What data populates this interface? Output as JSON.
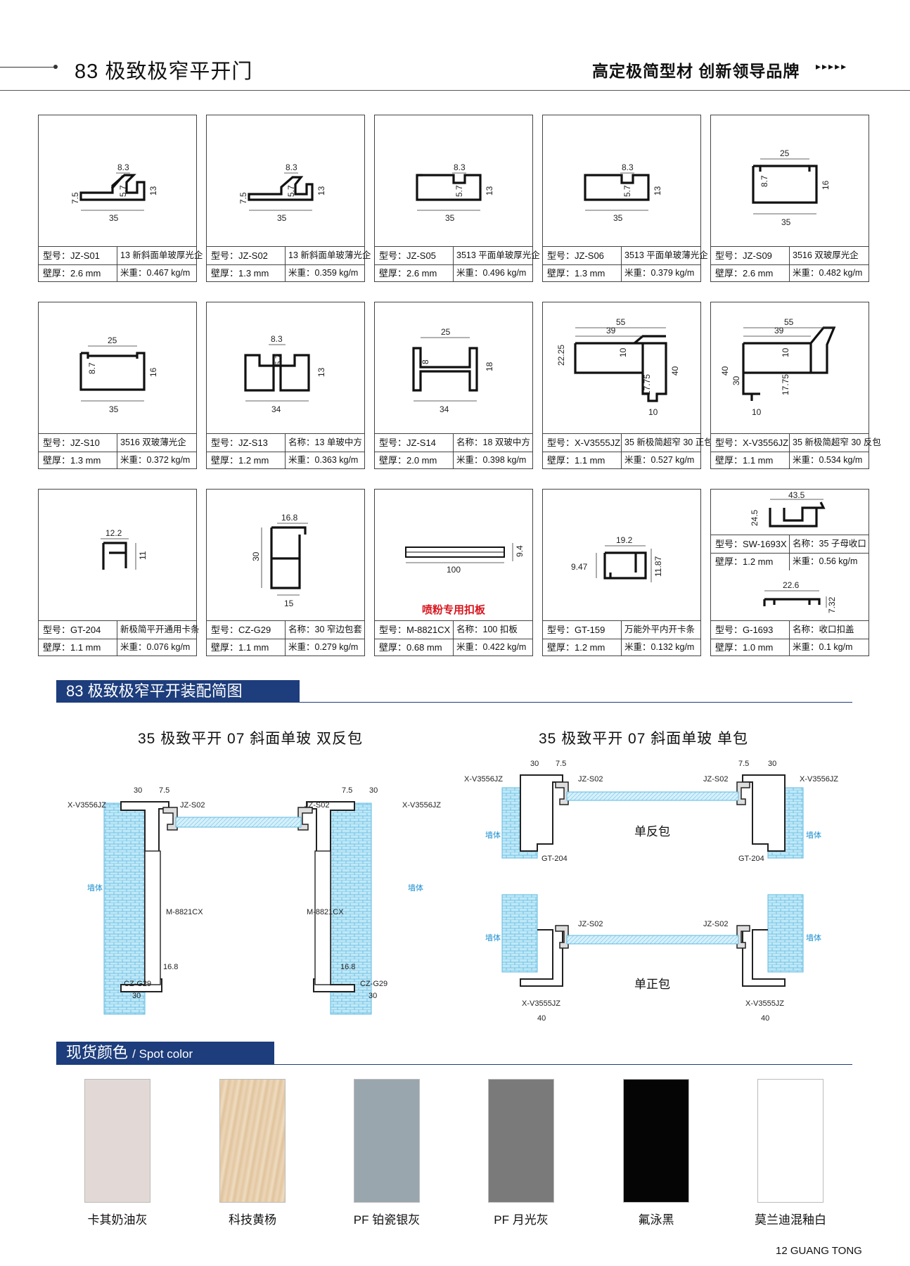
{
  "header": {
    "title": "83 极致极窄平开门",
    "slogan": "高定极简型材  创新领导品牌",
    "arrows": "▸▸▸▸▸"
  },
  "cards": [
    {
      "model": "型号：JZ-S01",
      "name": "13 新斜面单玻厚光企",
      "thickness": "壁厚：2.6 mm",
      "weight": "米重：0.467 kg/m"
    },
    {
      "model": "型号：JZ-S02",
      "name": "13 新斜面单玻薄光企",
      "thickness": "壁厚：1.3 mm",
      "weight": "米重：0.359 kg/m"
    },
    {
      "model": "型号：JZ-S05",
      "name": "3513 平面单玻厚光企",
      "thickness": "壁厚：2.6 mm",
      "weight": "米重：0.496 kg/m"
    },
    {
      "model": "型号：JZ-S06",
      "name": "3513 平面单玻薄光企",
      "thickness": "壁厚：1.3 mm",
      "weight": "米重：0.379 kg/m"
    },
    {
      "model": "型号：JZ-S09",
      "name": "3516 双玻厚光企",
      "thickness": "壁厚：2.6 mm",
      "weight": "米重：0.482 kg/m"
    },
    {
      "model": "型号：JZ-S10",
      "name": "3516 双玻薄光企",
      "thickness": "壁厚：1.3 mm",
      "weight": "米重：0.372 kg/m"
    },
    {
      "model": "型号：JZ-S13",
      "name": "名称：13 单玻中方",
      "thickness": "壁厚：1.2 mm",
      "weight": "米重：0.363 kg/m"
    },
    {
      "model": "型号：JZ-S14",
      "name": "名称：18 双玻中方",
      "thickness": "壁厚：2.0 mm",
      "weight": "米重：0.398 kg/m"
    },
    {
      "model": "型号：X-V3555JZ",
      "name": "35 新极简超窄 30 正包",
      "thickness": "壁厚：1.1 mm",
      "weight": "米重：0.527 kg/m"
    },
    {
      "model": "型号：X-V3556JZ",
      "name": "35 新极简超窄 30 反包",
      "thickness": "壁厚：1.1 mm",
      "weight": "米重：0.534 kg/m"
    },
    {
      "model": "型号：GT-204",
      "name": "新极简平开通用卡条",
      "thickness": "壁厚：1.1 mm",
      "weight": "米重：0.076 kg/m"
    },
    {
      "model": "型号：CZ-G29",
      "name": "名称：30 窄边包套",
      "thickness": "壁厚：1.1 mm",
      "weight": "米重：0.279 kg/m"
    },
    {
      "model": "型号：M-8821CX",
      "name": "名称：100 扣板",
      "thickness": "壁厚：0.68 mm",
      "weight": "米重：0.422 kg/m",
      "note": "喷粉专用扣板"
    },
    {
      "model": "型号：GT-159",
      "name": "万能外平内开卡条",
      "thickness": "壁厚：1.2 mm",
      "weight": "米重：0.132 kg/m"
    },
    {
      "model": "型号：G-1693",
      "name": "名称：收口扣盖",
      "thickness": "壁厚：1.0 mm",
      "weight": "米重：0.1 kg/m"
    }
  ],
  "card_extra": {
    "model": "型号：SW-1693X",
    "name": "名称：35 子母收口",
    "thickness": "壁厚：1.2 mm",
    "weight": "米重：0.56 kg/m"
  },
  "dims": {
    "s01": [
      "8.3",
      "5.7",
      "7.5",
      "13",
      "35"
    ],
    "s02": [
      "8.3",
      "5.7",
      "7.5",
      "13",
      "35"
    ],
    "s05": [
      "8.3",
      "5.7",
      "13",
      "35"
    ],
    "s06": [
      "8.3",
      "5.7",
      "13",
      "35"
    ],
    "s09": [
      "25",
      "8.7",
      "16",
      "35"
    ],
    "s10": [
      "25",
      "8.7",
      "16",
      "35"
    ],
    "s13": [
      "8.3",
      "5.7",
      "13",
      "34"
    ],
    "s14": [
      "25",
      "8",
      "18",
      "34"
    ],
    "v3555": [
      "55",
      "39",
      "22.25",
      "10",
      "40",
      "17.75",
      "10"
    ],
    "v3556": [
      "55",
      "39",
      "40",
      "30",
      "10",
      "17.75",
      "10"
    ],
    "gt204": [
      "12.2",
      "11"
    ],
    "czg29": [
      "16.8",
      "30",
      "15"
    ],
    "m8821": [
      "9.4",
      "100"
    ],
    "gt159": [
      "19.2",
      "9.47",
      "11.87"
    ],
    "sw1693": [
      "43.5",
      "24.5"
    ],
    "g1693": [
      "22.6",
      "7.32"
    ]
  },
  "assembly": {
    "section_title": "83 极致极窄平开装配简图",
    "left_title": "35 极致平开 07 斜面单玻 双反包",
    "right_title": "35 极致平开 07 斜面单玻 单包",
    "labels": {
      "xv3556": "X-V3556JZ",
      "jzs02": "JZ-S02",
      "wall": "墙体",
      "m8821": "M-8821CX",
      "czg29": "CZ-G29",
      "gt204": "GT-204",
      "xv3555": "X-V3555JZ",
      "d30": "30",
      "d75": "7.5",
      "d168": "16.8",
      "d40": "40",
      "single_reverse": "单反包",
      "single_front": "单正包"
    }
  },
  "colors": {
    "section_title": "现货颜色",
    "section_sub": "/ Spot color",
    "swatches": [
      {
        "name": "卡其奶油灰",
        "hex": "#e2d9d6"
      },
      {
        "name": "科技黄杨",
        "hex": "#e8cfae"
      },
      {
        "name": "PF 铂瓷银灰",
        "hex": "#9aa6ad"
      },
      {
        "name": "PF 月光灰",
        "hex": "#7a7a7a"
      },
      {
        "name": "氟泳黑",
        "hex": "#050505"
      },
      {
        "name": "莫兰迪混釉白",
        "hex": "#ffffff"
      }
    ]
  },
  "footer": "12  GUANG TONG"
}
